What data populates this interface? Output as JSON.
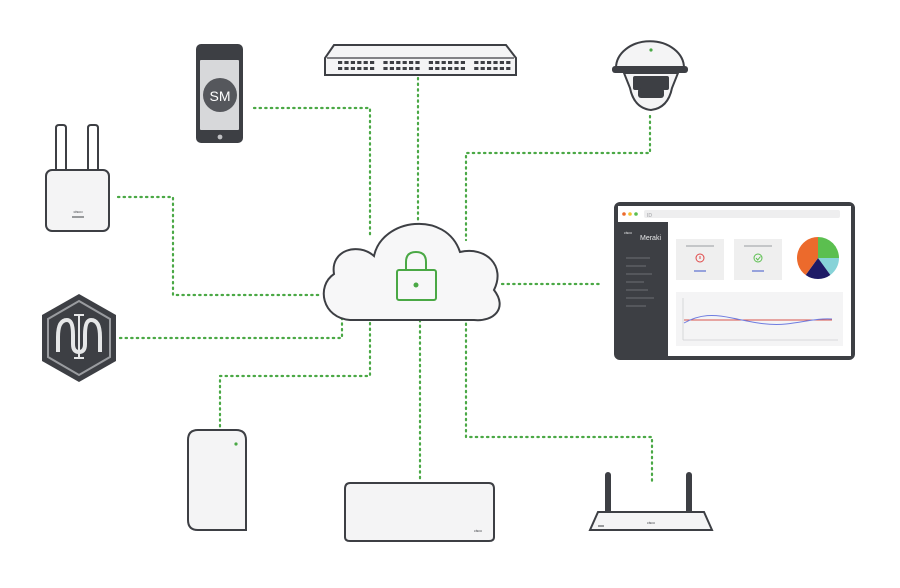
{
  "colors": {
    "link": "#4aa845",
    "lock": "#4aa845",
    "outline": "#3d3f44",
    "device_fill": "#f4f4f5",
    "cloud_fill": "#f7f7f8",
    "dark": "#3d3f44",
    "pie": [
      "#5bbf4f",
      "#87d3d8",
      "#1e1a66",
      "#ec6a2c"
    ]
  },
  "devices": {
    "phone": {
      "icon": "smartphone-icon",
      "label": "SM"
    },
    "switch": {
      "icon": "network-switch-icon"
    },
    "camera": {
      "icon": "security-camera-icon"
    },
    "gateway": {
      "icon": "cellular-gateway-icon",
      "brand": "cisco"
    },
    "sensor": {
      "icon": "hexagon-logo-icon"
    },
    "access_point_tall": {
      "icon": "access-point-icon"
    },
    "access_point_flat": {
      "icon": "wireless-access-point-icon",
      "brand": "cisco"
    },
    "router": {
      "icon": "wireless-router-icon",
      "brand": "cisco"
    }
  },
  "dashboard": {
    "icon": "dashboard-monitor-icon",
    "brand_line1": "cisco",
    "brand_line2": "Meraki",
    "url_text": "ID",
    "cards": [
      {
        "status": "alert",
        "icon": "alert-icon"
      },
      {
        "status": "ok",
        "icon": "check-icon"
      }
    ],
    "pie_slices": [
      0.25,
      0.15,
      0.2,
      0.4
    ]
  },
  "cloud": {
    "icon": "cloud-icon",
    "lock_icon": "padlock-icon"
  }
}
